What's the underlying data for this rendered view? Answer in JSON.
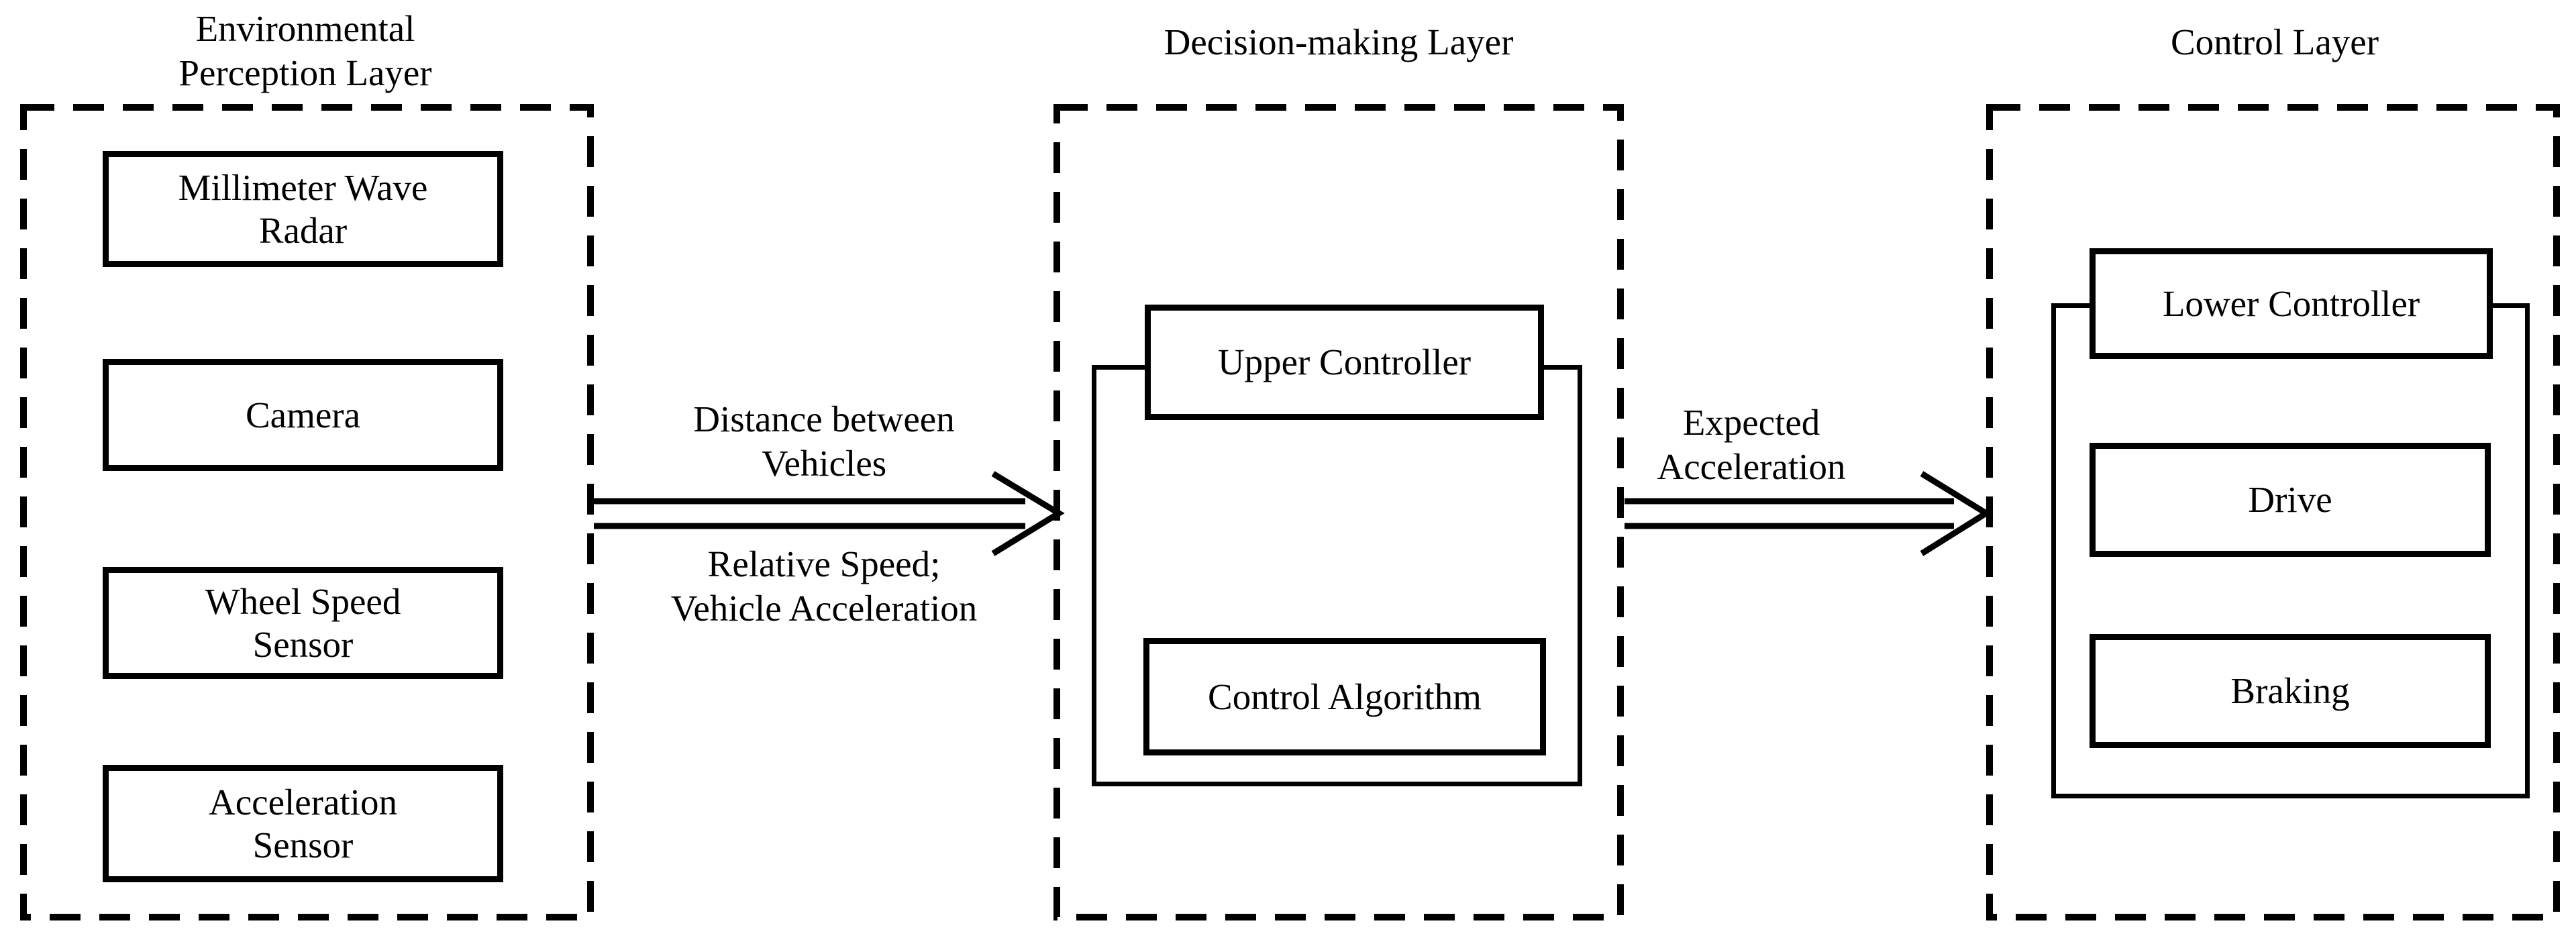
{
  "diagram": {
    "type": "block-diagram",
    "colors": {
      "line": "#000000",
      "background": "#ffffff",
      "text": "#000000"
    },
    "layers": [
      {
        "name": "environmental-perception-layer",
        "title": "Environmental\nPerception Layer",
        "boxes": [
          {
            "label": "Millimeter Wave\nRadar"
          },
          {
            "label": "Camera"
          },
          {
            "label": "Wheel Speed\nSensor"
          },
          {
            "label": "Acceleration\nSensor"
          }
        ]
      },
      {
        "name": "decision-making-layer",
        "title": "Decision-making Layer",
        "boxes": [
          {
            "label": "Upper Controller"
          },
          {
            "label": "Control Algorithm"
          }
        ]
      },
      {
        "name": "control-layer",
        "title": "Control Layer",
        "boxes": [
          {
            "label": "Lower Controller"
          },
          {
            "label": "Drive"
          },
          {
            "label": "Braking"
          }
        ]
      }
    ],
    "arrows": [
      {
        "name": "perception-to-decision",
        "direction": "right",
        "label_top": "Distance between\nVehicles",
        "label_bottom": "Relative Speed;\nVehicle Acceleration"
      },
      {
        "name": "decision-to-control",
        "direction": "right",
        "label_top": "Expected\nAcceleration"
      }
    ]
  }
}
